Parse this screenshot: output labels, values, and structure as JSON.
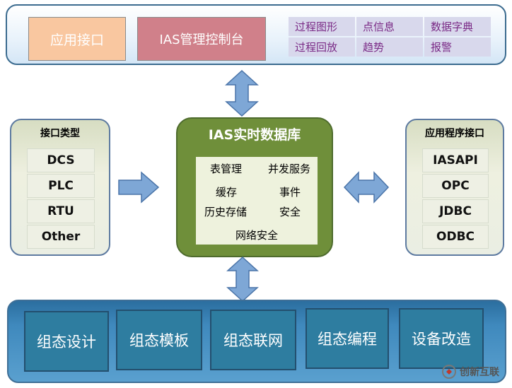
{
  "top": {
    "app_interface": "应用接口",
    "ias_console": "IAS管理控制台",
    "features": [
      "过程图形",
      "点信息",
      "数据字典",
      "过程回放",
      "趋势",
      "报警"
    ]
  },
  "interface_types": {
    "title": "接口类型",
    "items": [
      "DCS",
      "PLC",
      "RTU",
      "Other"
    ]
  },
  "realtime_db": {
    "title": "IAS实时数据库",
    "items": [
      "表管理",
      "并发服务",
      "缓存",
      "事件",
      "历史存储",
      "安全",
      "网络安全"
    ]
  },
  "app_program_interface": {
    "title": "应用程序接口",
    "items": [
      "IASAPI",
      "OPC",
      "JDBC",
      "ODBC"
    ]
  },
  "bottom": {
    "items": [
      "组态设计",
      "组态模板",
      "组态联网",
      "组态编程",
      "设备改造"
    ]
  },
  "watermark": {
    "text": "创新互联"
  },
  "colors": {
    "app_interface": "#f9c7a0",
    "ias_console": "#d0808a",
    "feature_text": "#7a2a86",
    "center_panel": "#6f8f3a",
    "bottom_panel": "#3f89bd",
    "bottom_button": "#2e7da0",
    "arrow": "#7ea7d6"
  }
}
